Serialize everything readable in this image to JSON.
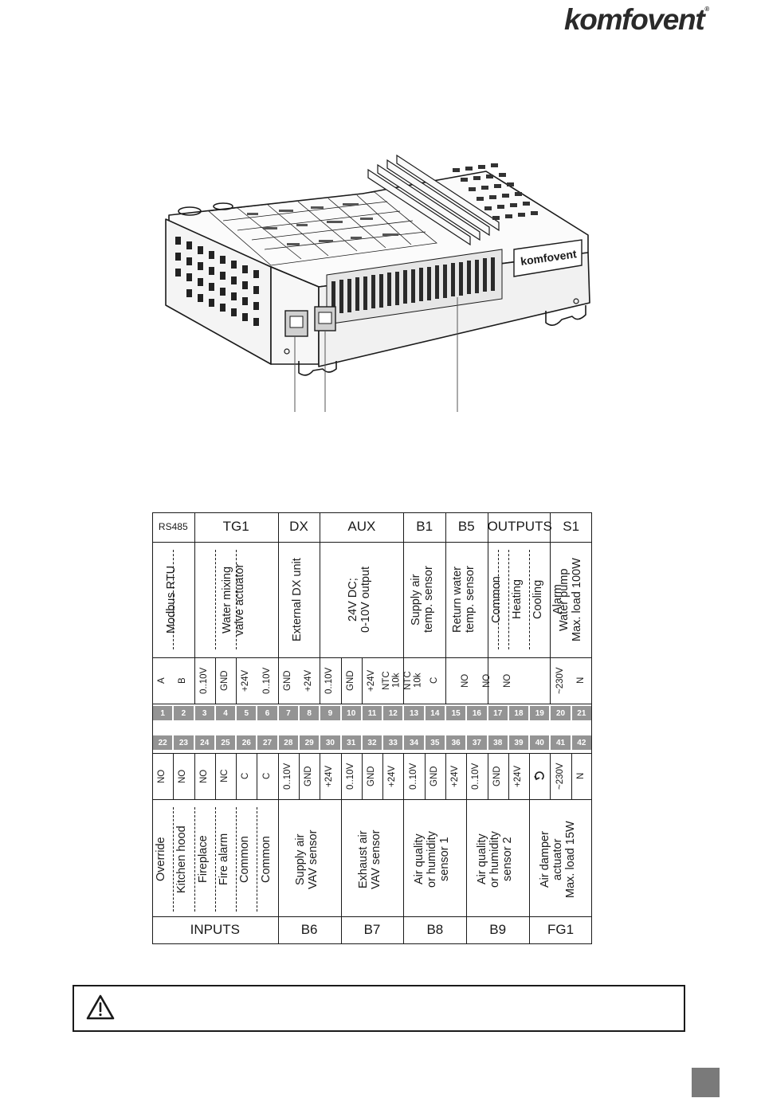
{
  "brand": {
    "logo_text": "komfovent",
    "logo_mark": "®"
  },
  "device": {
    "label": "komfovent"
  },
  "table": {
    "top_sections": [
      {
        "id": "rs485",
        "label": "RS485"
      },
      {
        "id": "tg1",
        "label": "TG1"
      },
      {
        "id": "dx",
        "label": "DX"
      },
      {
        "id": "aux",
        "label": "AUX"
      },
      {
        "id": "b1",
        "label": "B1"
      },
      {
        "id": "b5",
        "label": "B5"
      },
      {
        "id": "outputs",
        "label": "OUTPUTS"
      },
      {
        "id": "s1",
        "label": "S1"
      }
    ],
    "top_descriptions": [
      {
        "lines": [
          "Modbus RTU"
        ]
      },
      {
        "lines": [
          "Water mixing",
          "valve actuator"
        ]
      },
      {
        "lines": [
          "External DX unit"
        ]
      },
      {
        "lines": [
          "24V DC;",
          "0-10V output"
        ]
      },
      {
        "lines": [
          "Supply air",
          "temp. sensor"
        ]
      },
      {
        "lines": [
          "Return water",
          "temp. sensor"
        ]
      },
      {
        "lines": [
          "Common"
        ]
      },
      {
        "lines": [
          "Heating"
        ]
      },
      {
        "lines": [
          "Cooling"
        ]
      },
      {
        "lines": [
          "Alarm"
        ]
      },
      {
        "lines": [
          "Water pump",
          "Max. load 100W"
        ]
      }
    ],
    "top_signals": [
      [
        "A"
      ],
      [
        "B"
      ],
      [
        "0..10V"
      ],
      [
        "GND"
      ],
      [
        "+24V"
      ],
      [
        "0..10V"
      ],
      [
        "GND"
      ],
      [
        "+24V"
      ],
      [
        "0..10V"
      ],
      [
        "GND"
      ],
      [
        "+24V"
      ],
      [
        "NTC",
        "10k"
      ],
      [
        "NTC",
        "10k"
      ],
      [
        "C"
      ],
      [
        "NO"
      ],
      [
        "NO"
      ],
      [
        "NO"
      ],
      [
        "~230V"
      ],
      [
        "N"
      ]
    ],
    "top_numbers": [
      "1",
      "2",
      "3",
      "4",
      "5",
      "6",
      "7",
      "8",
      "9",
      "10",
      "11",
      "12",
      "13",
      "14",
      "15",
      "16",
      "17",
      "18",
      "19",
      "20",
      "21"
    ],
    "bottom_numbers": [
      "22",
      "23",
      "24",
      "25",
      "26",
      "27",
      "28",
      "29",
      "30",
      "31",
      "32",
      "33",
      "34",
      "35",
      "36",
      "37",
      "38",
      "39",
      "40",
      "41",
      "42"
    ],
    "bottom_signals": [
      [
        "NO"
      ],
      [
        "NO"
      ],
      [
        "NO"
      ],
      [
        "NC"
      ],
      [
        "C"
      ],
      [
        "C"
      ],
      [
        "0..10V"
      ],
      [
        "GND"
      ],
      [
        "+24V"
      ],
      [
        "0..10V"
      ],
      [
        "GND"
      ],
      [
        "+24V"
      ],
      [
        "0..10V"
      ],
      [
        "GND"
      ],
      [
        "+24V"
      ],
      [
        "0..10V"
      ],
      [
        "GND"
      ],
      [
        "+24V"
      ],
      [
        "~230V"
      ],
      [
        "N"
      ]
    ],
    "bottom_descriptions": [
      {
        "lines": [
          "Override"
        ]
      },
      {
        "lines": [
          "Kitchen hood"
        ]
      },
      {
        "lines": [
          "Fireplace"
        ]
      },
      {
        "lines": [
          "Fire alarm"
        ]
      },
      {
        "lines": [
          "Common"
        ]
      },
      {
        "lines": [
          "Common"
        ]
      },
      {
        "lines": [
          "Supply air",
          "VAV sensor"
        ]
      },
      {
        "lines": [
          "Exhaust air",
          "VAV sensor"
        ]
      },
      {
        "lines": [
          "Air quality",
          "or humidity",
          "sensor 1"
        ]
      },
      {
        "lines": [
          "Air quality",
          "or humidity",
          "sensor 2"
        ]
      },
      {
        "lines": [
          "Air damper",
          "actuator",
          "Max. load 15W"
        ]
      }
    ],
    "bottom_sections": [
      {
        "id": "inputs",
        "label": "INPUTS"
      },
      {
        "id": "b6",
        "label": "B6"
      },
      {
        "id": "b7",
        "label": "B7"
      },
      {
        "id": "b8",
        "label": "B8"
      },
      {
        "id": "b9",
        "label": "B9"
      },
      {
        "id": "fg1",
        "label": "FG1"
      }
    ]
  },
  "warning": {
    "icon": "warning-triangle-icon",
    "text": ""
  },
  "colors": {
    "number_cell": "#949494",
    "line": "#1a1a1a",
    "page_tab": "#7a7a7a"
  }
}
